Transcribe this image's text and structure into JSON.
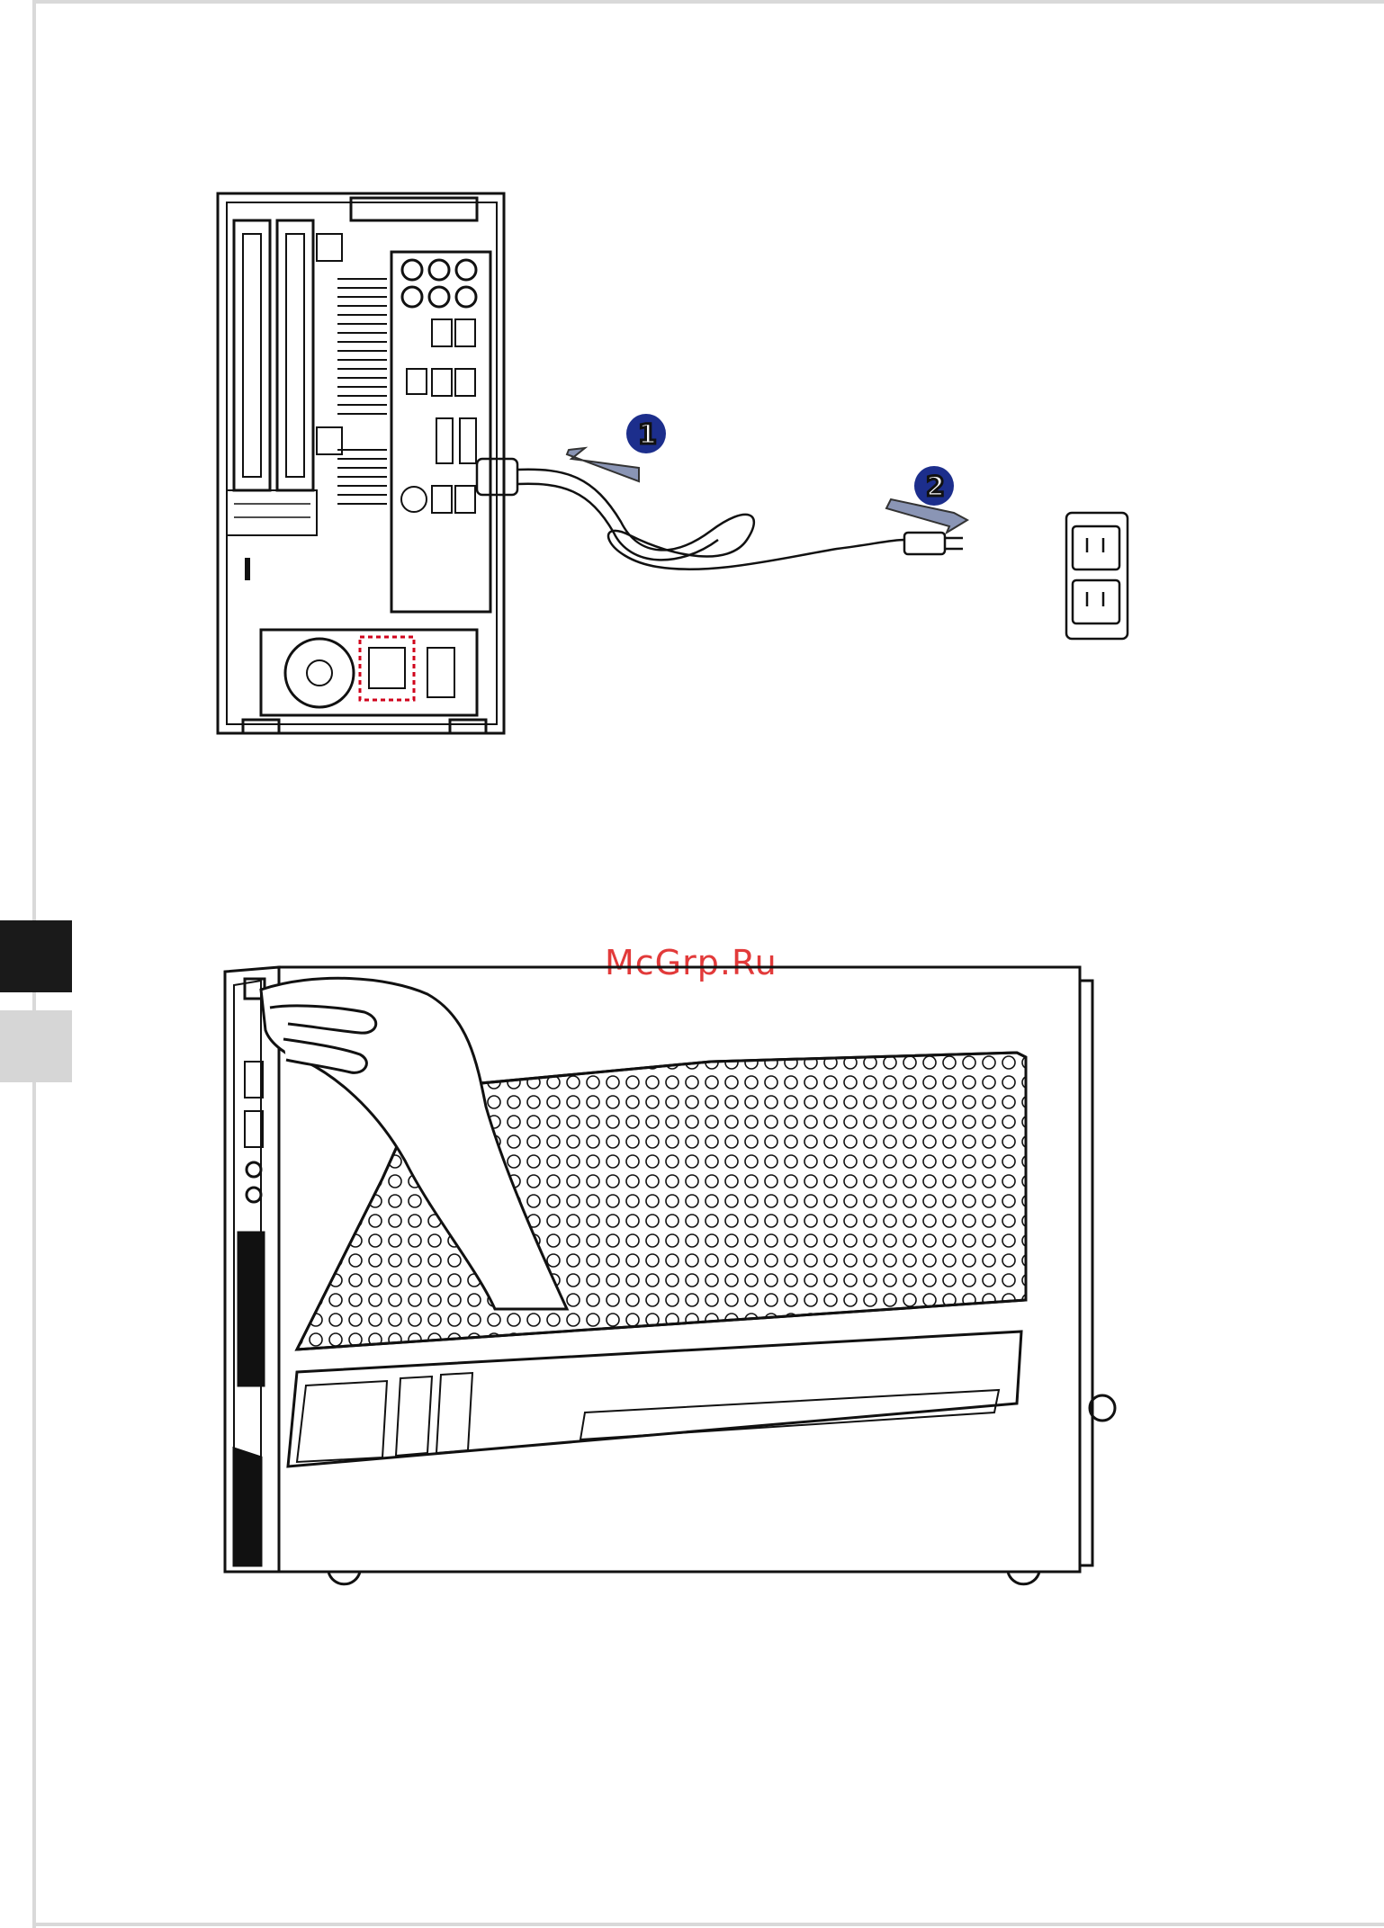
{
  "watermark": {
    "text": "McGrp.Ru",
    "color": "#e23a3a"
  },
  "steps": [
    {
      "label": "1"
    },
    {
      "label": "2"
    }
  ],
  "colors": {
    "step_badge": "#1c2e8c",
    "psu_highlight": "#d0021b",
    "line": "#111111"
  },
  "side_tabs": [
    {
      "state": "active",
      "color": "#1a1a1a"
    },
    {
      "state": "inactive",
      "color": "#d6d6d6"
    }
  ]
}
